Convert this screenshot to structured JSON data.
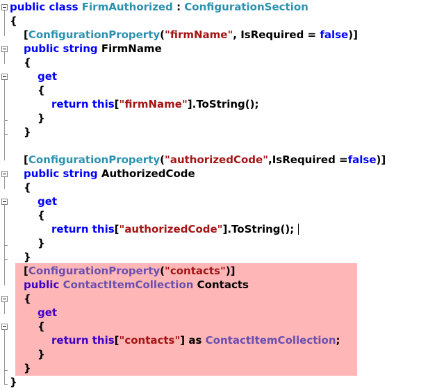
{
  "code": {
    "class_decl": {
      "kw": "public class",
      "name": "FirmAuthorized",
      "sep": " : ",
      "base": "ConfigurationSection"
    },
    "open_brace": "{",
    "close_brace": "}",
    "attr1": {
      "open": "[",
      "attr": "ConfigurationProperty",
      "p1": "(",
      "str": "\"firmName\"",
      "mid": ", IsRequired = ",
      "kw": "false",
      "close": ")]"
    },
    "prop1": {
      "kw": "public string",
      "name": "FirmName"
    },
    "get_kw": "get",
    "ret1": {
      "kw": "return this",
      "b1": "[",
      "str": "\"firmName\"",
      "tail": "].ToString();"
    },
    "attr2": {
      "open": "[",
      "attr": "ConfigurationProperty",
      "p1": "(",
      "str": "\"authorizedCode\"",
      "mid": ",IsRequired =",
      "kw": "false",
      "close": ")]"
    },
    "prop2": {
      "kw": "public string",
      "name": "AuthorizedCode"
    },
    "ret2": {
      "kw": "return this",
      "b1": "[",
      "str": "\"authorizedCode\"",
      "tail": "].ToString();"
    },
    "attr3": {
      "open": "[",
      "attr": "ConfigurationProperty",
      "p1": "(",
      "str": "\"contacts\"",
      "close": ")]"
    },
    "prop3": {
      "kw": "public",
      "type": "ContactItemCollection",
      "name": "Contacts"
    },
    "ret3": {
      "kw": "return this",
      "b1": "[",
      "str": "\"contacts\"",
      "mid": "] as ",
      "type": "ContactItemCollection",
      "tail": ";"
    }
  },
  "colors": {
    "keyword": "#0000ff",
    "type": "#2b91af",
    "string": "#a31515",
    "highlight": "#ffb6b6"
  }
}
